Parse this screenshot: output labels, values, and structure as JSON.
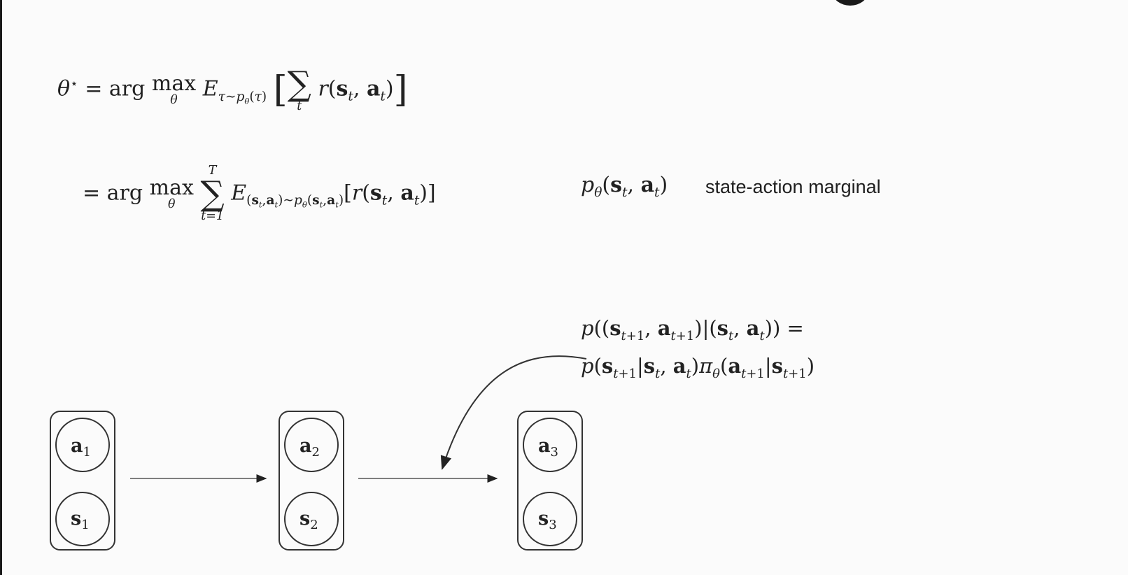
{
  "equations": {
    "objective": {
      "lhs": "θ*",
      "op": "= arg max",
      "sub": "θ",
      "expect": "E",
      "expect_sub": "τ∼p",
      "expect_sub2": "θ",
      "expect_sub3": "(τ)",
      "sum_sub": "t",
      "body": "r(s, a)"
    },
    "rewrite": {
      "op": "= arg max",
      "sub": "θ",
      "sum_top": "T",
      "sum_bottom": "t=1",
      "expect_sub": "(s,a)∼p(s,a)"
    },
    "marginal": {
      "expression": "p(s, a)",
      "label": "state-action marginal"
    },
    "transition": {
      "line1": "p((s, a)|(s, a)) =",
      "line2": "p(s|s, a)π(a|s)"
    }
  },
  "graph": {
    "nodes": [
      {
        "top": "a",
        "top_sub": "1",
        "bottom": "s",
        "bottom_sub": "1"
      },
      {
        "top": "a",
        "top_sub": "2",
        "bottom": "s",
        "bottom_sub": "2"
      },
      {
        "top": "a",
        "top_sub": "3",
        "bottom": "s",
        "bottom_sub": "3"
      }
    ]
  }
}
